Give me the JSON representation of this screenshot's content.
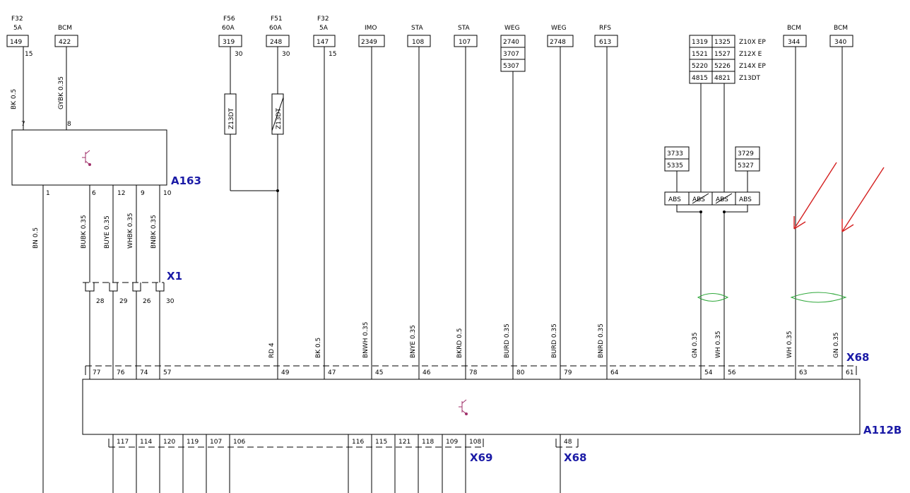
{
  "top_fuses": [
    {
      "name": "F32",
      "rating": "5A",
      "num": "149",
      "pin": "15"
    },
    {
      "name": "BCM",
      "rating": "",
      "num": "422",
      "pin": ""
    },
    {
      "name": "F56",
      "rating": "60A",
      "num": "319",
      "pin": "30"
    },
    {
      "name": "F51",
      "rating": "60A",
      "num": "248",
      "pin": "30"
    },
    {
      "name": "F32",
      "rating": "5A",
      "num": "147",
      "pin": "15"
    },
    {
      "name": "IMO",
      "rating": "",
      "num": "2349",
      "pin": ""
    },
    {
      "name": "STA",
      "rating": "",
      "num": "108",
      "pin": ""
    },
    {
      "name": "STA",
      "rating": "",
      "num": "107",
      "pin": ""
    },
    {
      "name": "WEG",
      "rating": "",
      "num": "2740",
      "pin": ""
    },
    {
      "name": "WEG",
      "rating": "",
      "num": "2748",
      "pin": ""
    },
    {
      "name": "RFS",
      "rating": "",
      "num": "613",
      "pin": ""
    },
    {
      "name": "BCM",
      "rating": "",
      "num": "344",
      "pin": ""
    },
    {
      "name": "BCM",
      "rating": "",
      "num": "340",
      "pin": ""
    }
  ],
  "weg_extra": [
    "3707",
    "5307"
  ],
  "engine_table": {
    "rows": [
      {
        "a": "1319",
        "b": "1325",
        "label": "Z10X EP"
      },
      {
        "a": "1521",
        "b": "1527",
        "label": "Z12X E"
      },
      {
        "a": "5220",
        "b": "5226",
        "label": "Z14X EP"
      },
      {
        "a": "4815",
        "b": "4821",
        "label": "Z13DT"
      }
    ]
  },
  "abs_boxes": {
    "left": [
      "3733",
      "5335"
    ],
    "right": [
      "3729",
      "5327"
    ],
    "label": "ABS"
  },
  "fuse_labels": [
    "Z13DT",
    "Z13DT"
  ],
  "a163": {
    "name": "A163",
    "top_pins": [
      "7",
      "8"
    ],
    "top_wires": [
      "BK 0.5",
      "GYBK 0.35"
    ],
    "bottom_pins": [
      "1",
      "6",
      "12",
      "9",
      "10"
    ],
    "bottom_wires": [
      "BN 0.5",
      "BUBK 0.35",
      "BUYE 0.35",
      "WHBK 0.35",
      "BNBK 0.35"
    ]
  },
  "x1": {
    "name": "X1",
    "pins": [
      "28",
      "29",
      "26",
      "30"
    ]
  },
  "x68_wires": [
    "RD 4",
    "BK 0.5",
    "BNWH 0.35",
    "BNYE 0.35",
    "BKRD 0.5",
    "BURD 0.35",
    "BURD 0.35",
    "BNRD 0.35",
    "GN 0.35",
    "WH 0.35",
    "WH 0.35",
    "GN 0.35"
  ],
  "x68_pins": [
    "77",
    "76",
    "74",
    "57",
    "49",
    "47",
    "45",
    "46",
    "78",
    "80",
    "79",
    "64",
    "54",
    "56",
    "63",
    "61"
  ],
  "x68_name": "X68",
  "a112b": {
    "name": "A112B"
  },
  "bottom_pins": [
    "117",
    "114",
    "120",
    "119",
    "107",
    "106",
    "116",
    "115",
    "121",
    "118",
    "109",
    "108",
    "48"
  ],
  "x69_name": "X69",
  "x68b_name": "X68",
  "colors": {
    "label_blue": "#1a1aa6",
    "annotation_red": "#d42020",
    "twist_green": "#2fa83a"
  }
}
